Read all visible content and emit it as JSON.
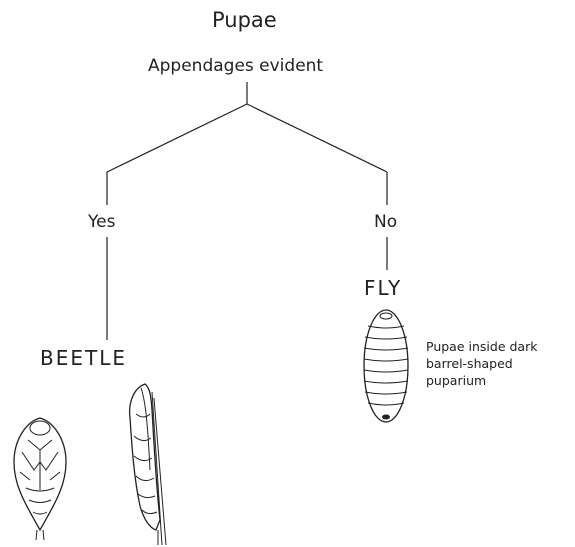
{
  "diagram": {
    "title": "Pupae",
    "question": "Appendages evident",
    "branches": {
      "yes": {
        "label": "Yes",
        "result": "BEETLE"
      },
      "no": {
        "label": "No",
        "result": "FLY"
      }
    },
    "fly_note_lines": [
      "Pupae inside dark",
      "barrel-shaped",
      "puparium"
    ]
  },
  "colors": {
    "ink": "#222222",
    "background": "#ffffff"
  }
}
